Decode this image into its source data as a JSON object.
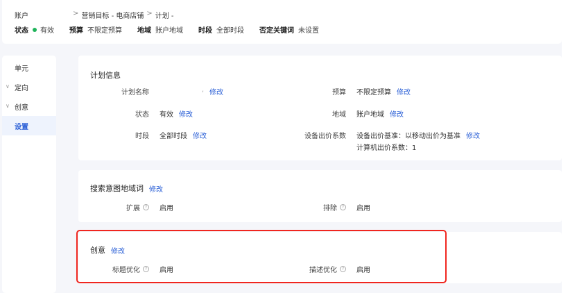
{
  "header": {
    "breadcrumb": {
      "root": "账户",
      "separator": ">",
      "items": [
        "营销目标 - 电商店铺",
        "计划 -"
      ]
    },
    "meta": [
      {
        "key": "状态",
        "value": "有效",
        "status_color": "#1fb35a"
      },
      {
        "key": "预算",
        "value": "不限定预算"
      },
      {
        "key": "地域",
        "value": "账户地域"
      },
      {
        "key": "时段",
        "value": "全部时段"
      },
      {
        "key": "否定关键词",
        "value": "未设置"
      }
    ]
  },
  "sidebar": {
    "items": [
      {
        "label": "单元",
        "chevron": false,
        "active": false
      },
      {
        "label": "定向",
        "chevron": true,
        "active": false
      },
      {
        "label": "创意",
        "chevron": true,
        "active": false
      },
      {
        "label": "设置",
        "chevron": false,
        "active": true
      }
    ]
  },
  "plan_info": {
    "title": "计划信息",
    "edit_label": "修改",
    "left": [
      {
        "label": "计划名称",
        "value": ",",
        "edit": "修改"
      },
      {
        "label": "状态",
        "value": "有效",
        "edit": "修改"
      },
      {
        "label": "时段",
        "value": "全部时段",
        "edit": "修改"
      }
    ],
    "right": [
      {
        "label": "预算",
        "value": "不限定预算",
        "edit": "修改"
      },
      {
        "label": "地域",
        "value": "账户地域",
        "edit": "修改"
      },
      {
        "label": "设备出价系数",
        "value": "设备出价基准：以移动出价为基准",
        "value2": "计算机出价系数：1",
        "edit": "修改"
      }
    ]
  },
  "search_intent": {
    "title": "搜索意图地域词",
    "edit": "修改",
    "left": {
      "label": "扩展",
      "value": "启用"
    },
    "right": {
      "label": "排除",
      "value": "启用"
    }
  },
  "creative": {
    "title": "创意",
    "edit": "修改",
    "left": {
      "label": "标题优化",
      "value": "启用"
    },
    "right": {
      "label": "描述优化",
      "value": "启用"
    }
  },
  "icons": {
    "help": "?",
    "chevron": "∨"
  },
  "colors": {
    "link": "#2a5fd6",
    "highlight": "#f0261f",
    "status_green": "#1fb35a"
  }
}
